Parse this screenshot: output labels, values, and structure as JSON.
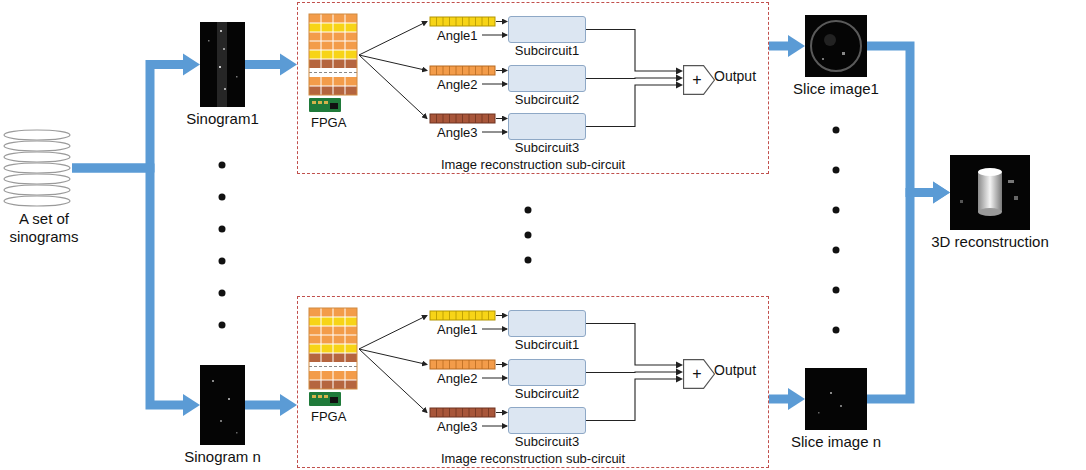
{
  "diagram": {
    "nodes": [
      {
        "text": [
          "A set of sinograms"
        ]
      },
      {
        "text": [
          "Sinogram1"
        ]
      },
      {
        "text": [
          "Image reconstruction sub-circuit"
        ]
      },
      {
        "text": [
          "Subcircuit1"
        ],
        "in": 2
      },
      {
        "text": [
          "Subcircuit2"
        ],
        "in": 2
      },
      {
        "text": [
          "Subcircuit3"
        ],
        "in": 2
      },
      {
        "text": [
          "+"
        ],
        "in": 2
      },
      {
        "text": [
          "Sinogram n"
        ]
      },
      {
        "text": [
          "Image reconstruction sub-circuit"
        ]
      },
      {
        "text": [
          "Subcircuit1"
        ],
        "in": 8
      },
      {
        "text": [
          "Subcircuit2"
        ],
        "in": 8
      },
      {
        "text": [
          "Subcircuit3"
        ],
        "in": 8
      },
      {
        "text": [
          "+"
        ],
        "in": 8
      },
      {
        "text": [
          "Slice image1"
        ]
      },
      {
        "text": [
          "Slice image n"
        ]
      },
      {
        "text": [
          "3D reconstruction"
        ]
      }
    ],
    "edges": [
      {
        "from": 0,
        "to": 1,
        "arrow": "to"
      },
      {
        "from": 0,
        "to": 7,
        "arrow": "to"
      },
      {
        "from": 1,
        "to": 2,
        "arrow": "to"
      },
      {
        "from": 7,
        "to": 8,
        "arrow": "to"
      },
      {
        "from": 2,
        "to": 13,
        "arrow": "to"
      },
      {
        "from": 8,
        "to": 14,
        "arrow": "to"
      },
      {
        "from": 13,
        "to": 15,
        "arrow": "to"
      },
      {
        "from": 14,
        "to": 15,
        "arrow": "to"
      },
      {
        "from": 3,
        "to": 6,
        "arrow": "to"
      },
      {
        "from": 4,
        "to": 6,
        "arrow": "to"
      },
      {
        "from": 5,
        "to": 6,
        "arrow": "to"
      },
      {
        "from": 9,
        "to": 12,
        "arrow": "to"
      },
      {
        "from": 10,
        "to": 12,
        "arrow": "to"
      },
      {
        "from": 11,
        "to": 12,
        "arrow": "to"
      }
    ],
    "labels": [
      "FPGA",
      "Angle1",
      "Angle2",
      "Angle3",
      "Output",
      "FPGA",
      "Angle1",
      "Angle2",
      "Angle3",
      "Output"
    ]
  }
}
